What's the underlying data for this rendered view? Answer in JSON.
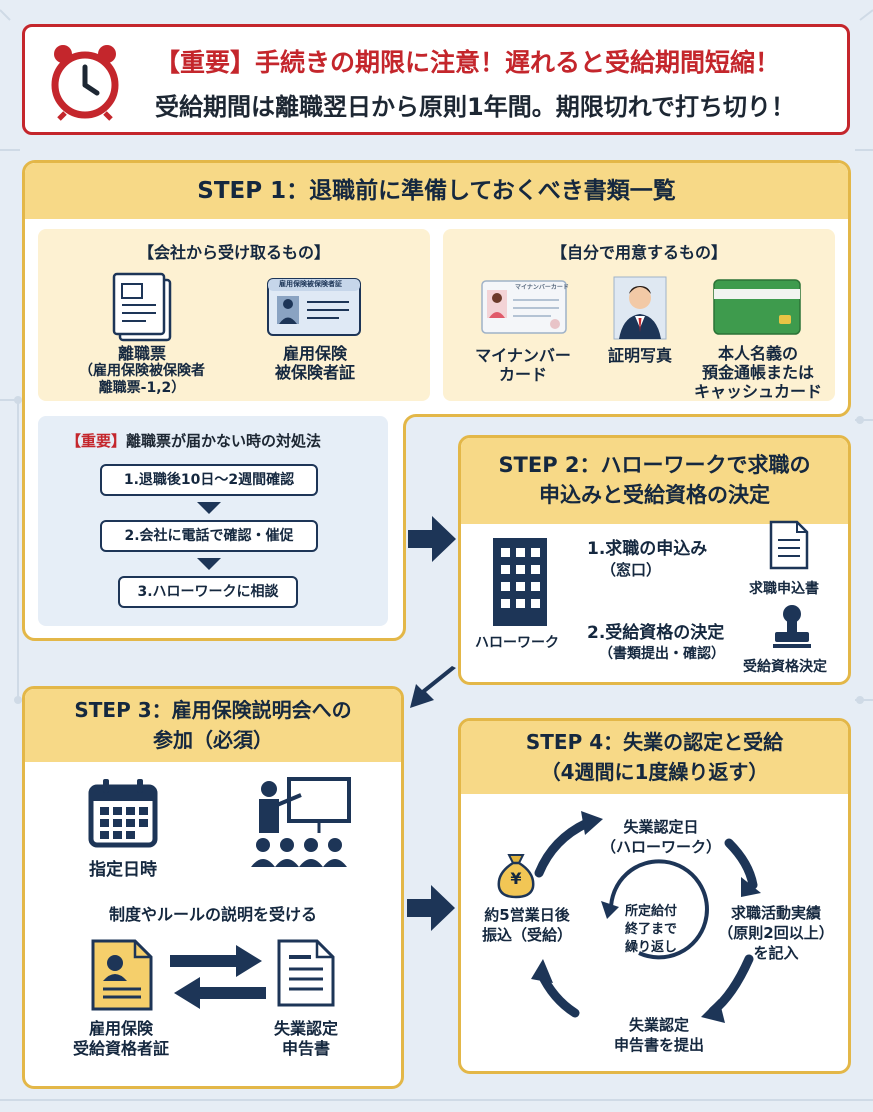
{
  "colors": {
    "accent_red": "#c4262c",
    "navy": "#1d3557",
    "gold_border": "#e3b748",
    "gold_header": "#f7d987",
    "cream": "#fdf1d2",
    "light_blue": "#e6eef7"
  },
  "banner": {
    "icon": "alarm-clock-icon",
    "title": "【重要】手続きの期限に注意！遅れると受給期間短縮！",
    "subtitle": "受給期間は離職翌日から原則1年間。期限切れで打ち切り！"
  },
  "step1": {
    "title": "STEP 1：退職前に準備しておくべき書類一覧",
    "company": {
      "heading": "【会社から受け取るもの】",
      "items": [
        {
          "icon": "document-stack-icon",
          "label": "離職票",
          "sub1": "（雇用保険被保険者",
          "sub2": "離職票-1,2）"
        },
        {
          "icon": "id-card-icon",
          "label1": "雇用保険",
          "label2": "被保険者証",
          "card_text": "雇用保険被保険者証"
        }
      ]
    },
    "self": {
      "heading": "【自分で用意するもの】",
      "items": [
        {
          "icon": "my-number-card-icon",
          "label1": "マイナンバー",
          "label2": "カード",
          "card_text": "マイナンバーカード"
        },
        {
          "icon": "id-photo-icon",
          "label": "証明写真"
        },
        {
          "icon": "bank-card-icon",
          "label1": "本人名義の",
          "label2": "預金通帳または",
          "label3": "キャッシュカード"
        }
      ]
    },
    "trouble": {
      "important": "【重要】",
      "heading": "離職票が届かない時の対処法",
      "steps": [
        "1.退職後10日〜2週間確認",
        "2.会社に電話で確認・催促",
        "3.ハローワークに相談"
      ]
    }
  },
  "step2": {
    "title_line1": "STEP 2：ハローワークで求職の",
    "title_line2": "申込みと受給資格の決定",
    "building_label": "ハローワーク",
    "item1_title": "1.求職の申込み",
    "item1_sub": "（窓口）",
    "item1_doc": "求職申込書",
    "item2_title": "2.受給資格の決定",
    "item2_sub": "（書類提出・確認）",
    "item2_doc": "受給資格決定"
  },
  "step3": {
    "title_line1": "STEP 3：雇用保険説明会への",
    "title_line2": "参加（必須）",
    "calendar_label": "指定日時",
    "explain": "制度やルールの説明を受ける",
    "doc1_line1": "雇用保険",
    "doc1_line2": "受給資格者証",
    "doc2_line1": "失業認定",
    "doc2_line2": "申告書"
  },
  "step4": {
    "title_line1": "STEP 4：失業の認定と受給",
    "title_line2": "（4週間に1度繰り返す）",
    "top_line1": "失業認定日",
    "top_line2": "（ハローワーク）",
    "right_line1": "求職活動実績",
    "right_line2": "（原則2回以上）",
    "right_line3": "を記入",
    "bottom_line1": "失業認定",
    "bottom_line2": "申告書を提出",
    "left_line1": "約5営業日後",
    "left_line2": "振込（受給）",
    "center_line1": "所定給付",
    "center_line2": "終了まで",
    "center_line3": "繰り返し",
    "yen_symbol": "¥"
  }
}
